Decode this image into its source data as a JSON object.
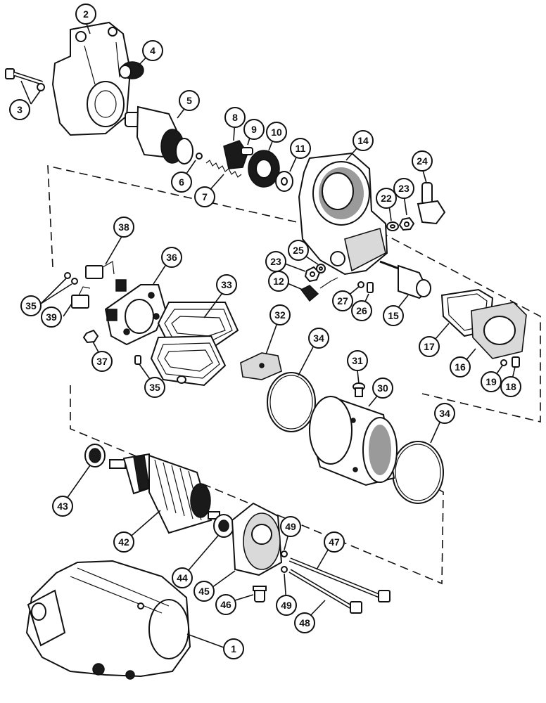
{
  "callouts": [
    {
      "id": "c1",
      "label": "1"
    },
    {
      "id": "c2",
      "label": "2"
    },
    {
      "id": "c3",
      "label": "3"
    },
    {
      "id": "c4",
      "label": "4"
    },
    {
      "id": "c5",
      "label": "5"
    },
    {
      "id": "c6",
      "label": "6"
    },
    {
      "id": "c7",
      "label": "7"
    },
    {
      "id": "c8",
      "label": "8"
    },
    {
      "id": "c9",
      "label": "9"
    },
    {
      "id": "c10",
      "label": "10"
    },
    {
      "id": "c11",
      "label": "11"
    },
    {
      "id": "c12",
      "label": "12"
    },
    {
      "id": "c14",
      "label": "14"
    },
    {
      "id": "c15",
      "label": "15"
    },
    {
      "id": "c16",
      "label": "16"
    },
    {
      "id": "c17",
      "label": "17"
    },
    {
      "id": "c18",
      "label": "18"
    },
    {
      "id": "c19",
      "label": "19"
    },
    {
      "id": "c22",
      "label": "22"
    },
    {
      "id": "c23a",
      "label": "23"
    },
    {
      "id": "c23b",
      "label": "23"
    },
    {
      "id": "c24",
      "label": "24"
    },
    {
      "id": "c25",
      "label": "25"
    },
    {
      "id": "c26",
      "label": "26"
    },
    {
      "id": "c27",
      "label": "27"
    },
    {
      "id": "c30",
      "label": "30"
    },
    {
      "id": "c31",
      "label": "31"
    },
    {
      "id": "c32",
      "label": "32"
    },
    {
      "id": "c33",
      "label": "33"
    },
    {
      "id": "c34a",
      "label": "34"
    },
    {
      "id": "c34b",
      "label": "34"
    },
    {
      "id": "c35a",
      "label": "35"
    },
    {
      "id": "c35b",
      "label": "35"
    },
    {
      "id": "c36",
      "label": "36"
    },
    {
      "id": "c37",
      "label": "37"
    },
    {
      "id": "c38",
      "label": "38"
    },
    {
      "id": "c39",
      "label": "39"
    },
    {
      "id": "c42",
      "label": "42"
    },
    {
      "id": "c43",
      "label": "43"
    },
    {
      "id": "c44",
      "label": "44"
    },
    {
      "id": "c45",
      "label": "45"
    },
    {
      "id": "c46",
      "label": "46"
    },
    {
      "id": "c47",
      "label": "47"
    },
    {
      "id": "c48",
      "label": "48"
    },
    {
      "id": "c49a",
      "label": "49"
    },
    {
      "id": "c49b",
      "label": "49"
    }
  ]
}
